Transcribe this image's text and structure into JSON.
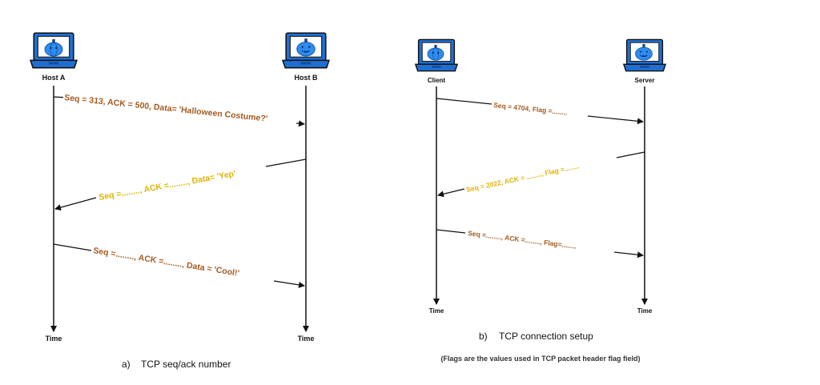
{
  "colors": {
    "brown": "#a45a1f",
    "gold": "#e0b400",
    "line": "#111111",
    "laptop_blue": "#1f6fd1",
    "pumpkin_blue": "#2d8cf0"
  },
  "diagram_a": {
    "host_left": "Host A",
    "host_right": "Host B",
    "time_left": "Time",
    "time_right": "Time",
    "messages": [
      {
        "text": "Seq = 313, ACK = 500, Data= 'Halloween Costume?'",
        "color": "brown"
      },
      {
        "text": "Seq =........, ACK =........, Data= 'Yep'",
        "color": "gold"
      },
      {
        "text": "Seq =........, ACK =........, Data = 'Cool!'",
        "color": "brown"
      }
    ],
    "caption_label": "a)",
    "caption_text": "TCP seq/ack number"
  },
  "diagram_b": {
    "host_left": "Client",
    "host_right": "Server",
    "time_left": "Time",
    "time_right": "Time",
    "messages": [
      {
        "text": "Seq = 4704, Flag =........",
        "color": "brown"
      },
      {
        "text": "Seq = 2022, ACK = ........, Flag =........",
        "color": "gold"
      },
      {
        "text": "Seq =........, ACK =........, Flag=........",
        "color": "brown"
      }
    ],
    "caption_label": "b)",
    "caption_text": "TCP connection setup",
    "note": "(Flags are the values used in TCP packet header flag field)"
  }
}
